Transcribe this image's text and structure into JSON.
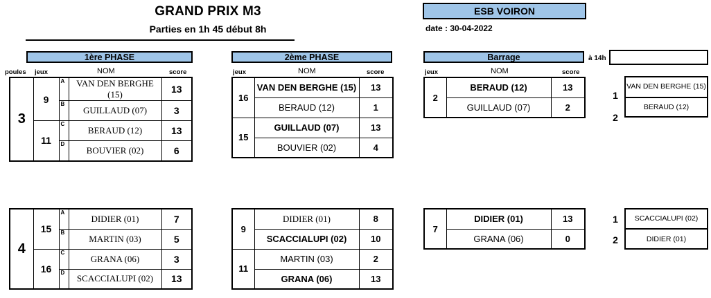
{
  "header": {
    "title": "GRAND PRIX M3",
    "subtitle": "Parties en 1h 45 début 8h",
    "club": "ESB VOIRON",
    "date": "date : 30-04-2022",
    "at_time": "à 14h"
  },
  "banners": {
    "phase1": "1ère PHASE",
    "phase2": "2ème PHASE",
    "barrage": "Barrage"
  },
  "columns": {
    "poules": "poules",
    "jeux": "jeux",
    "nom": "NOM",
    "score": "score"
  },
  "sections": [
    {
      "poule": "3",
      "phase1": {
        "games": [
          {
            "jeu": "9",
            "rows": [
              {
                "letter": "A",
                "name": "VAN DEN BERGHE (15)",
                "score": "13"
              },
              {
                "letter": "B",
                "name": "GUILLAUD (07)",
                "score": "3"
              }
            ]
          },
          {
            "jeu": "11",
            "rows": [
              {
                "letter": "C",
                "name": "BERAUD (12)",
                "score": "13"
              },
              {
                "letter": "D",
                "name": "BOUVIER (02)",
                "score": "6"
              }
            ]
          }
        ]
      },
      "phase2": {
        "games": [
          {
            "jeu": "16",
            "rows": [
              {
                "name": "VAN DEN BERGHE (15)",
                "score": "13",
                "winner": true
              },
              {
                "name": "BERAUD (12)",
                "score": "1",
                "winner": false
              }
            ]
          },
          {
            "jeu": "15",
            "rows": [
              {
                "name": "GUILLAUD (07)",
                "score": "13",
                "winner": true
              },
              {
                "name": "BOUVIER (02)",
                "score": "4",
                "winner": false
              }
            ]
          }
        ]
      },
      "barrage": {
        "games": [
          {
            "jeu": "2",
            "rows": [
              {
                "name": "BERAUD (12)",
                "score": "13",
                "winner": true
              },
              {
                "name": "GUILLAUD (07)",
                "score": "2",
                "winner": false
              }
            ]
          }
        ]
      },
      "qualified": [
        {
          "rank": "1",
          "name": "VAN DEN BERGHE (15)"
        },
        {
          "rank": "2",
          "name": "BERAUD (12)"
        }
      ]
    },
    {
      "poule": "4",
      "phase1": {
        "games": [
          {
            "jeu": "15",
            "rows": [
              {
                "letter": "A",
                "name": "DIDIER (01)",
                "score": "7"
              },
              {
                "letter": "B",
                "name": "MARTIN (03)",
                "score": "5"
              }
            ]
          },
          {
            "jeu": "16",
            "rows": [
              {
                "letter": "C",
                "name": "GRANA (06)",
                "score": "3"
              },
              {
                "letter": "D",
                "name": "SCACCIALUPI (02)",
                "score": "13"
              }
            ]
          }
        ]
      },
      "phase2": {
        "games": [
          {
            "jeu": "9",
            "rows": [
              {
                "name": "DIDIER (01)",
                "score": "8",
                "winner": false,
                "serif": true
              },
              {
                "name": "SCACCIALUPI (02)",
                "score": "10",
                "winner": true
              }
            ]
          },
          {
            "jeu": "11",
            "rows": [
              {
                "name": "MARTIN (03)",
                "score": "2",
                "winner": false
              },
              {
                "name": "GRANA (06)",
                "score": "13",
                "winner": true
              }
            ]
          }
        ]
      },
      "barrage": {
        "games": [
          {
            "jeu": "7",
            "rows": [
              {
                "name": "DIDIER (01)",
                "score": "13",
                "winner": true
              },
              {
                "name": "GRANA (06)",
                "score": "0",
                "winner": false
              }
            ]
          }
        ]
      },
      "qualified": [
        {
          "rank": "1",
          "name": "SCACCIALUPI (02)"
        },
        {
          "rank": "2",
          "name": "DIDIER (01)"
        }
      ]
    }
  ],
  "colors": {
    "banner_blue": "#9fc5e8",
    "border": "#000000"
  }
}
